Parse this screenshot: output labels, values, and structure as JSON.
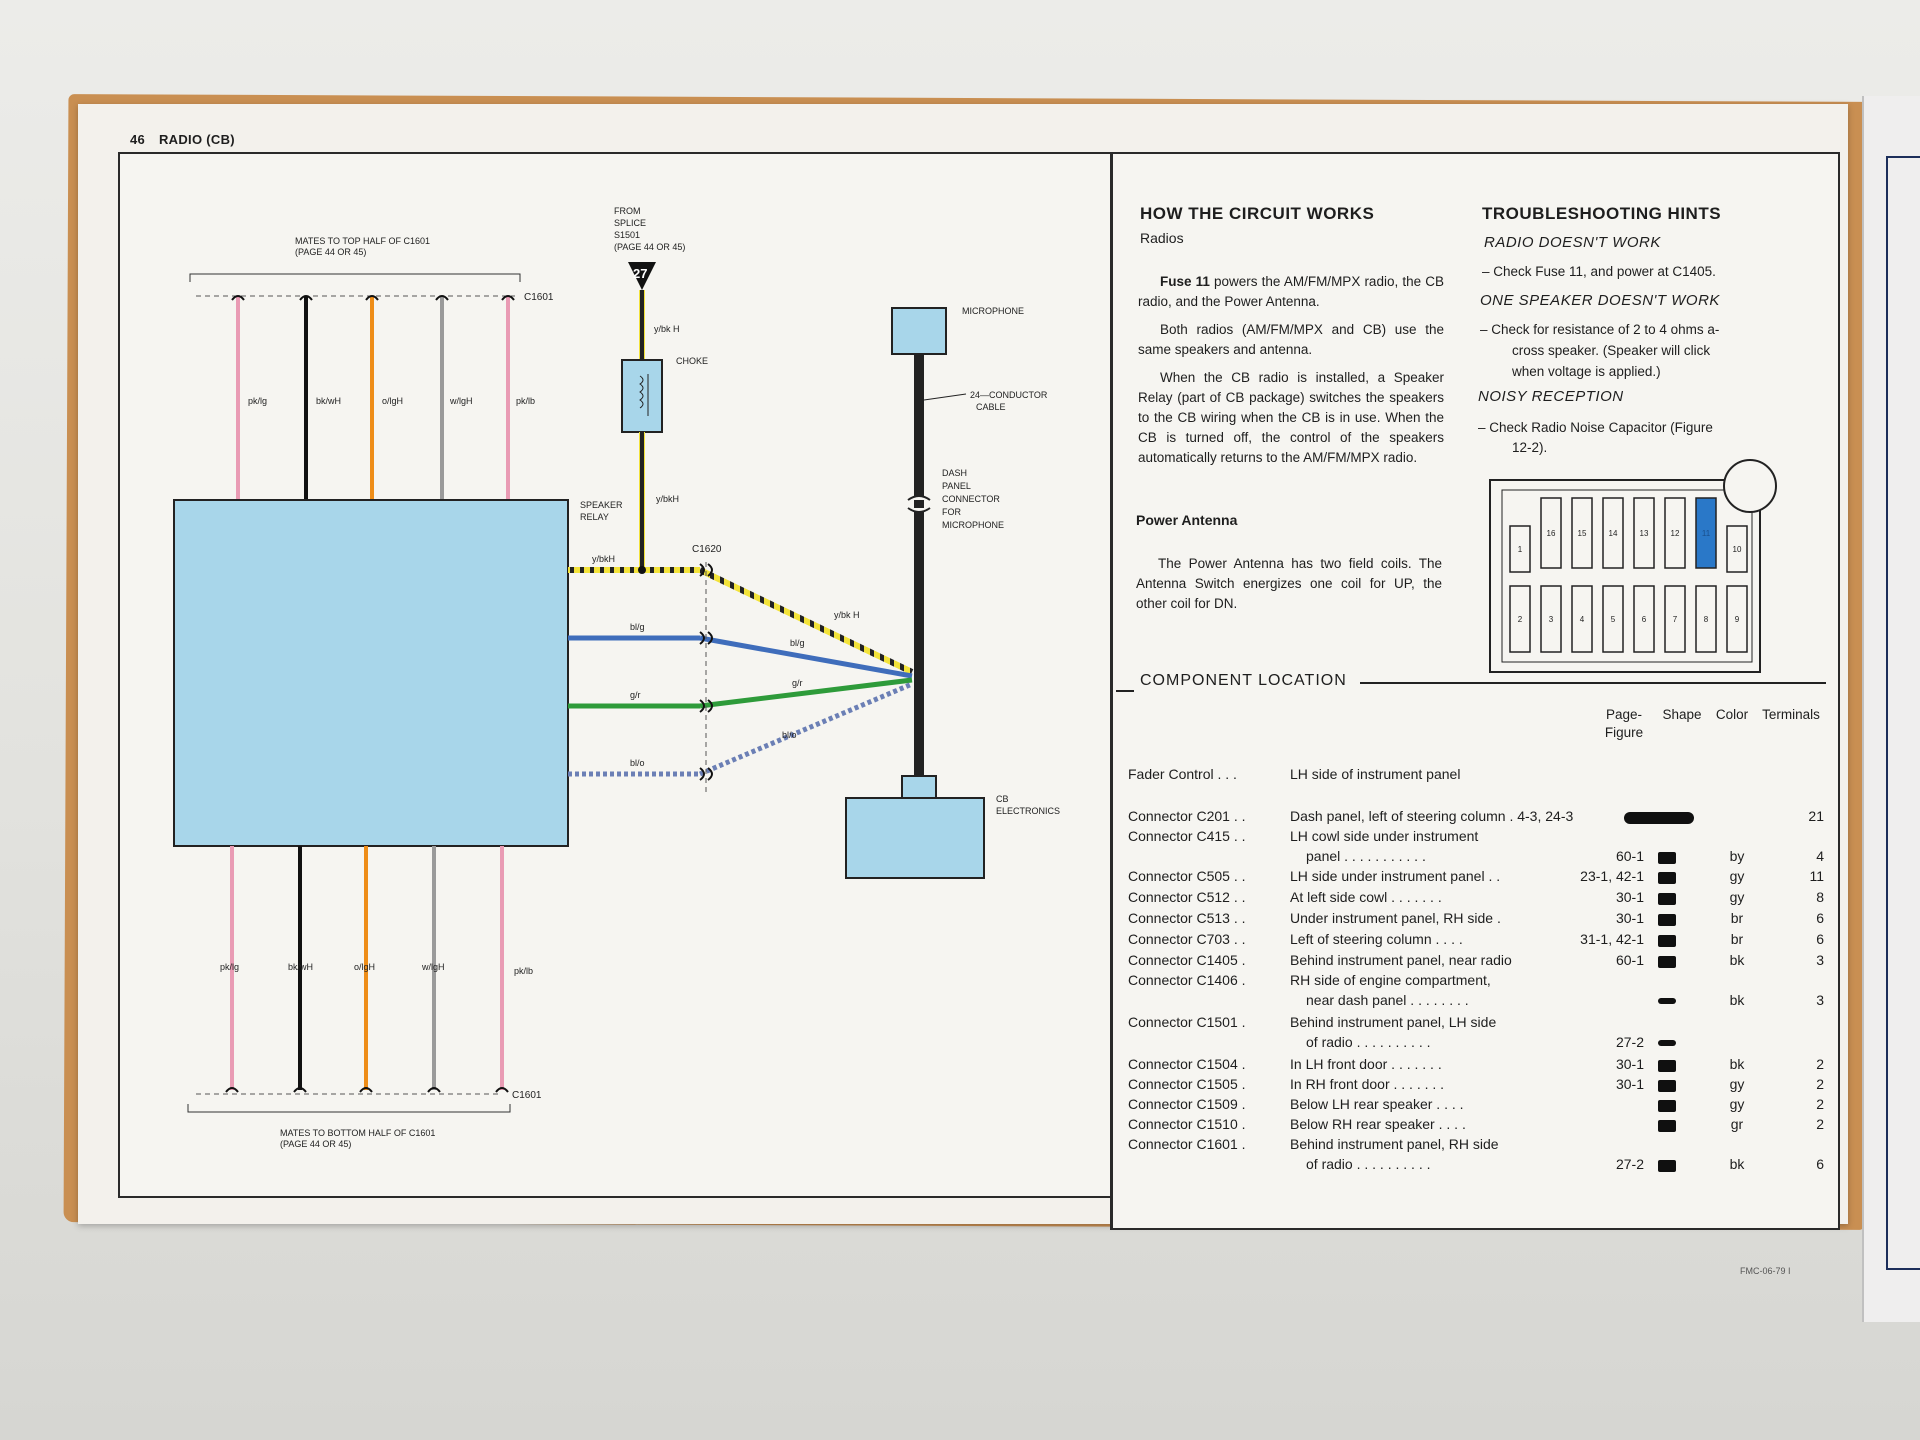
{
  "header": {
    "page_number": "46",
    "section": "RADIO (CB)"
  },
  "diagram": {
    "top_note": "MATES TO TOP HALF OF C1601",
    "top_note_ref": "(PAGE 44 OR 45)",
    "bottom_note": "MATES TO BOTTOM HALF OF C1601",
    "bottom_note_ref": "(PAGE 44 OR 45)",
    "c1601_top": "C1601",
    "c1601_bottom": "C1601",
    "splice_from": "FROM",
    "splice_splice": "SPLICE",
    "splice_id": "S1501",
    "splice_ref": "(PAGE 44 OR 45)",
    "fuse_number": "27",
    "choke_label": "CHOKE",
    "speaker_relay": "SPEAKER",
    "speaker_relay2": "RELAY",
    "c1620": "C1620",
    "microphone": "MICROPHONE",
    "cable1": "24—CONDUCTOR",
    "cable2": "CABLE",
    "dash1": "DASH",
    "dash2": "PANEL",
    "dash3": "CONNECTOR",
    "dash4": "FOR",
    "dash5": "MICROPHONE",
    "cb1": "CB",
    "cb2": "ELECTRONICS",
    "wire_labels_top": [
      "pk/lg",
      "bk/wH",
      "o/lgH",
      "w/lgH",
      "pk/lb"
    ],
    "wire_labels_bottom": [
      "pk/lg",
      "bk/wH",
      "o/lgH",
      "w/lgH",
      "pk/lb"
    ],
    "yel1": "y/bk H",
    "yel2": "y/bkH",
    "yel3": "y/bkH",
    "yel4": "y/bk H",
    "blg1": "bl/g",
    "blg2": "bl/g",
    "gr1": "g/r",
    "gr2": "g/r",
    "blo1": "bl/o",
    "blo2": "bl/o"
  },
  "circuit": {
    "title": "HOW THE CIRCUIT WORKS",
    "radios_heading": "Radios",
    "p1_a": "Fuse 11",
    "p1_b": "powers the AM/FM/MPX radio, the CB radio, and the Power Antenna.",
    "p2": "Both radios (AM/FM/MPX and CB) use the same speakers and antenna.",
    "p3": "When the CB radio is installed, a Speaker Relay (part of CB package) switches the speakers to the CB wiring when the CB is in use. When the CB is turned off, the control of the speakers automatically returns to the AM/FM/MPX radio.",
    "antenna_heading": "Power Antenna",
    "p4": "The Power Antenna has two field coils. The Antenna Switch energizes one coil for UP, the other coil for DN."
  },
  "hints": {
    "title": "TROUBLESHOOTING HINTS",
    "h1": "RADIO DOESN'T WORK",
    "h1_text": "– Check Fuse 11, and power at C1405.",
    "h2": "ONE SPEAKER DOESN'T WORK",
    "h2_text1": "– Check for resistance of 2 to 4 ohms a-",
    "h2_text2": "cross speaker. (Speaker will click",
    "h2_text3": "when voltage is applied.)",
    "h3": "NOISY RECEPTION",
    "h3_text1": "– Check Radio Noise Capacitor (Figure",
    "h3_text2": "12-2)."
  },
  "fuse_block": {
    "top_row": [
      "1",
      "16",
      "15",
      "14",
      "13",
      "12",
      "11",
      "10"
    ],
    "bottom_row": [
      "2",
      "3",
      "4",
      "5",
      "6",
      "7",
      "8",
      "9"
    ],
    "highlight": "11",
    "highlight_color": "#2a78c8"
  },
  "components": {
    "title": "COMPONENT LOCATION",
    "headers": {
      "page_figure1": "Page-",
      "page_figure2": "Figure",
      "shape": "Shape",
      "color": "Color",
      "terminals": "Terminals"
    },
    "rows": [
      {
        "name": "Fader Control . . .",
        "loc": "LH side of instrument panel",
        "fig": "",
        "color": "",
        "term": ""
      },
      {
        "name": "Connector C201 . .",
        "loc": "Dash panel, left of steering column . 4-3, 24-3",
        "fig": "",
        "color": "",
        "term": "21"
      },
      {
        "name": "Connector C415 . .",
        "loc": "LH cowl side under instrument",
        "cont": "panel . . . . . . . . . . .",
        "fig": "60-1",
        "color": "by",
        "term": "4"
      },
      {
        "name": "Connector C505 . .",
        "loc": "LH side under instrument panel . .",
        "fig": "23-1, 42-1",
        "color": "gy",
        "term": "11"
      },
      {
        "name": "Connector C512 . .",
        "loc": "At left side cowl . . . . . . .",
        "fig": "30-1",
        "color": "gy",
        "term": "8"
      },
      {
        "name": "Connector C513 . .",
        "loc": "Under instrument panel, RH side .",
        "fig": "30-1",
        "color": "br",
        "term": "6"
      },
      {
        "name": "Connector C703 . .",
        "loc": "Left of steering column . . . .",
        "fig": "31-1, 42-1",
        "color": "br",
        "term": "6"
      },
      {
        "name": "Connector C1405 .",
        "loc": "Behind instrument panel, near radio",
        "fig": "60-1",
        "color": "bk",
        "term": "3"
      },
      {
        "name": "Connector C1406 .",
        "loc": "RH side of engine compartment,",
        "cont": "near dash panel . . . . . . . .",
        "fig": "",
        "color": "bk",
        "term": "3"
      },
      {
        "name": "Connector C1501 .",
        "loc": "Behind instrument panel, LH side",
        "cont": "of radio . . . . . . . . . .",
        "fig": "27-2",
        "color": "",
        "term": ""
      },
      {
        "name": "Connector C1504 .",
        "loc": "In LH front door . . . . . . .",
        "fig": "30-1",
        "color": "bk",
        "term": "2"
      },
      {
        "name": "Connector C1505 .",
        "loc": "In RH front door . . . . . . .",
        "fig": "30-1",
        "color": "gy",
        "term": "2"
      },
      {
        "name": "Connector C1509 .",
        "loc": "Below LH rear speaker . . . .",
        "fig": "",
        "color": "gy",
        "term": "2"
      },
      {
        "name": "Connector C1510 .",
        "loc": "Below RH rear speaker . . . .",
        "fig": "",
        "color": "gr",
        "term": "2"
      },
      {
        "name": "Connector C1601 .",
        "loc": "Behind instrument panel, RH side",
        "cont": "of radio . . . . . . . . . .",
        "fig": "27-2",
        "color": "bk",
        "term": "6"
      }
    ]
  },
  "footer_code": "FMC-06-79 I"
}
